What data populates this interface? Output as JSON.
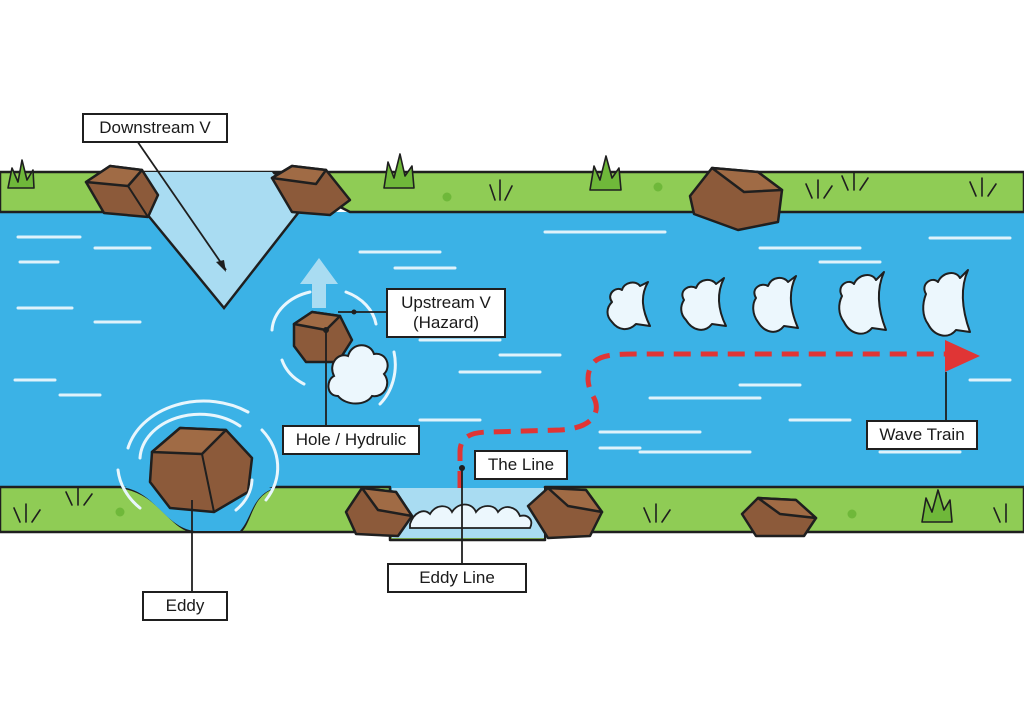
{
  "labels": {
    "downstream_v": "Downstream V",
    "upstream_v": "Upstream V\n(Hazard)",
    "hole_hydraulic": "Hole / Hydrulic",
    "the_line": "The Line",
    "wave_train": "Wave Train",
    "eddy_line": "Eddy Line",
    "eddy": "Eddy"
  },
  "colors": {
    "water": "#3bb2e6",
    "water_light": "#a9dcf2",
    "bank": "#8fcc55",
    "rock": "#8c5a3a",
    "outline": "#1f1f1f",
    "route": "#e03535",
    "foam": "#ecf7fd"
  },
  "icons": [
    "rock-icon",
    "grass-icon",
    "foam-icon",
    "arrow-up-icon",
    "flag-icon"
  ]
}
